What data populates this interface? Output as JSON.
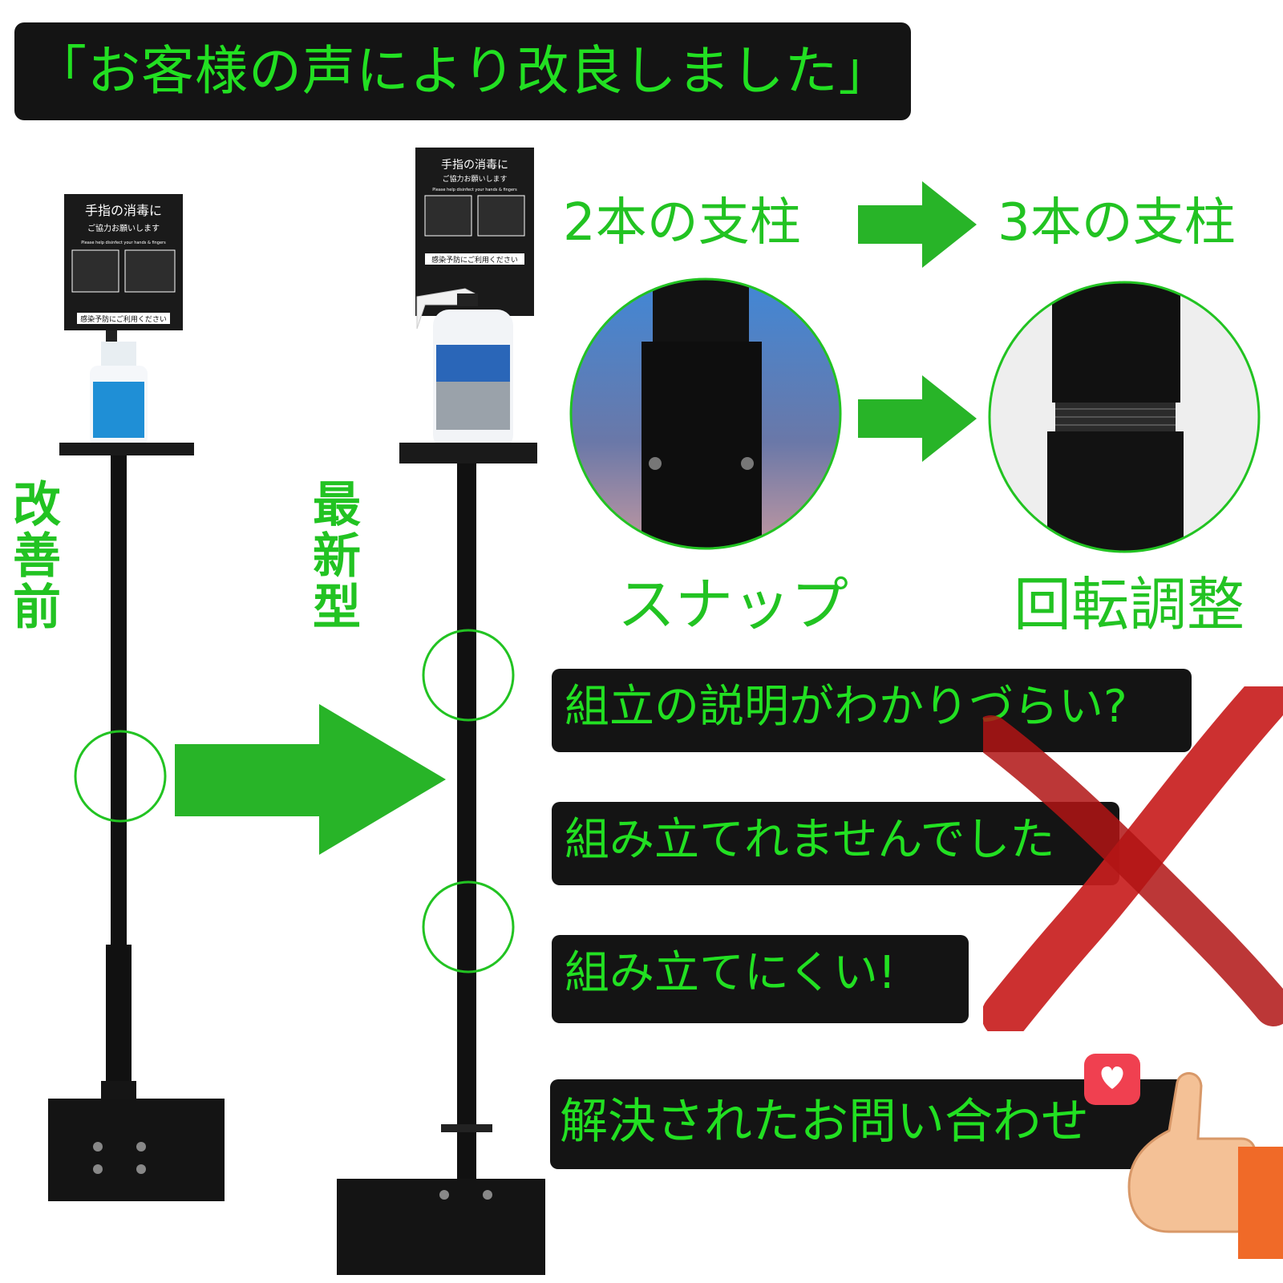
{
  "banner": {
    "text": "「お客様の声により改良しました」"
  },
  "labels": {
    "before": [
      "改",
      "善",
      "前"
    ],
    "latest": [
      "最",
      "新",
      "型"
    ]
  },
  "comparison": {
    "from": "2本の支柱",
    "to": "3本の支柱",
    "old_method": "スナップ",
    "new_method": "回転調整"
  },
  "sign": {
    "title": "手指の消毒に",
    "subtitle": "ご協力お願いします",
    "english": "Please help disinfect your hands & fingers",
    "footer": "感染予防にご利用ください"
  },
  "complaints": [
    "組立の説明がわかりづらい?",
    "組み立てれませんでした",
    "組み立てにくい!"
  ],
  "resolution": "解決されたお問い合わせ",
  "colors": {
    "accent": "#22c322",
    "bubble": "#141414",
    "cross": "#c81e1e"
  }
}
